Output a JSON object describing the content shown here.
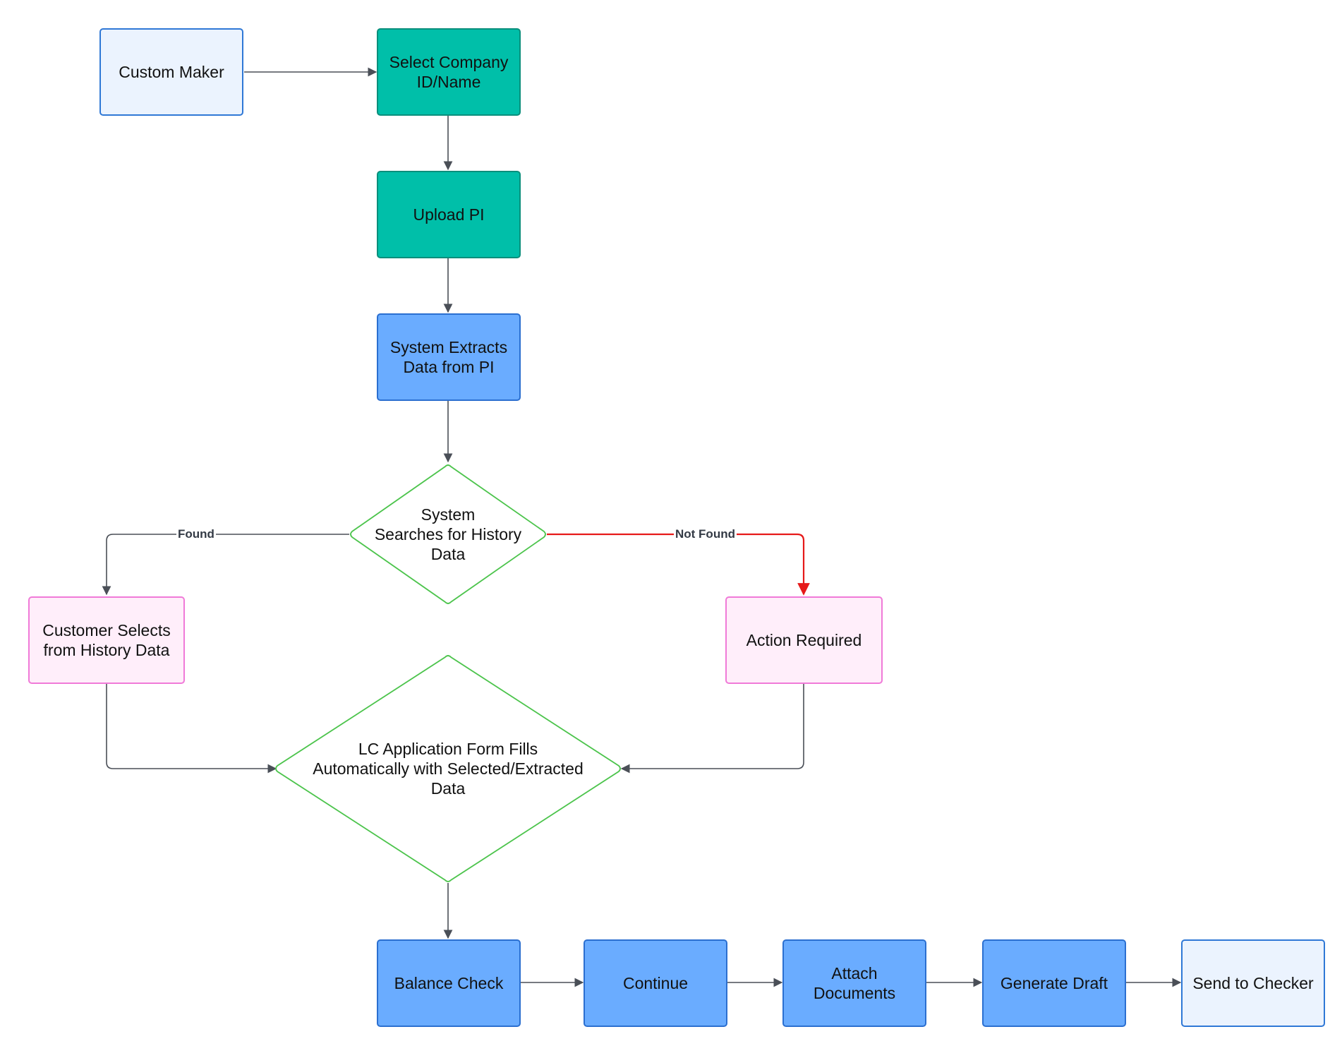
{
  "nodes": {
    "custom_maker": "Custom Maker",
    "select_company": "Select Company\nID/Name",
    "upload_pi": "Upload PI",
    "system_extracts": "System Extracts\nData from PI",
    "history_search": "System\nSearches for History\nData",
    "customer_selects": "Customer Selects\nfrom History Data",
    "action_required": "Action Required",
    "lc_form": "LC Application Form Fills\nAutomatically with Selected/Extracted\nData",
    "balance_check": "Balance Check",
    "continue": "Continue",
    "attach_documents": "Attach\nDocuments",
    "generate_draft": "Generate Draft",
    "send_to_checker": "Send to Checker"
  },
  "edges": {
    "found": "Found",
    "not_found": "Not Found"
  },
  "colors": {
    "light_fill": "#ebf3fe",
    "teal_fill": "#00bfa9",
    "blue_fill": "#6aacff",
    "pink_fill": "#ffeefa",
    "diamond_stroke": "#4cc44c",
    "edge": "#4a4f57",
    "edge_alert": "#e61919"
  }
}
